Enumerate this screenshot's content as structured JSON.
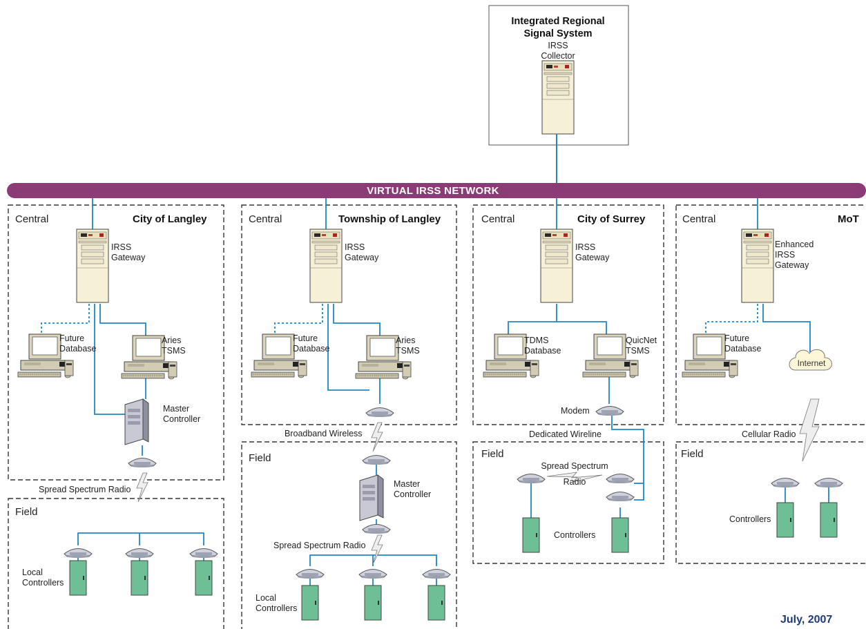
{
  "collector": {
    "title": "Integrated Regional Signal System",
    "title_line1": "Integrated Regional",
    "title_line2": "Signal System",
    "sub_line1": "IRSS",
    "sub_line2": "Collector"
  },
  "network": {
    "label": "VIRTUAL IRSS NETWORK",
    "color": "#8b3b75"
  },
  "colors": {
    "link": "#1f86c4",
    "controller": "#6fbf96",
    "border": "#333333",
    "date": "#1f3a78"
  },
  "regions": [
    {
      "name": "City of Langley",
      "central_label": "Central",
      "field_label": "Field",
      "gateway_line1": "IRSS",
      "gateway_line2": "Gateway",
      "left_pc_line1": "Future",
      "left_pc_line2": "Database",
      "right_pc_line1": "Aries",
      "right_pc_line2": "TSMS",
      "master_line1": "Master",
      "master_line2": "Controller",
      "link_label": "Spread Spectrum Radio",
      "controllers_line1": "Local",
      "controllers_line2": "Controllers"
    },
    {
      "name": "Township of Langley",
      "central_label": "Central",
      "field_label": "Field",
      "gateway_line1": "IRSS",
      "gateway_line2": "Gateway",
      "left_pc_line1": "Future",
      "left_pc_line2": "Database",
      "right_pc_line1": "Aries",
      "right_pc_line2": "TSMS",
      "link_label": "Broadband Wireless",
      "master_line1": "Master",
      "master_line2": "Controller",
      "field_link_label": "Spread Spectrum Radio",
      "controllers_line1": "Local",
      "controllers_line2": "Controllers"
    },
    {
      "name": "City of Surrey",
      "central_label": "Central",
      "field_label": "Field",
      "gateway_line1": "IRSS",
      "gateway_line2": "Gateway",
      "left_pc_line1": "TDMS",
      "left_pc_line2": "Database",
      "right_pc_line1": "QuicNet",
      "right_pc_line2": "TSMS",
      "modem_label": "Modem",
      "link_label": "Dedicated Wireline",
      "field_radio_line1": "Spread Spectrum",
      "field_radio_line2": "Radio",
      "controllers_label": "Controllers"
    },
    {
      "name": "MoT",
      "central_label": "Central",
      "field_label": "Field",
      "gateway_line1": "Enhanced",
      "gateway_line2": "IRSS",
      "gateway_line3": "Gateway",
      "left_pc_line1": "Future",
      "left_pc_line2": "Database",
      "cloud_label": "Internet",
      "link_label": "Cellular Radio",
      "controllers_label": "Controllers"
    }
  ],
  "date": "July, 2007"
}
